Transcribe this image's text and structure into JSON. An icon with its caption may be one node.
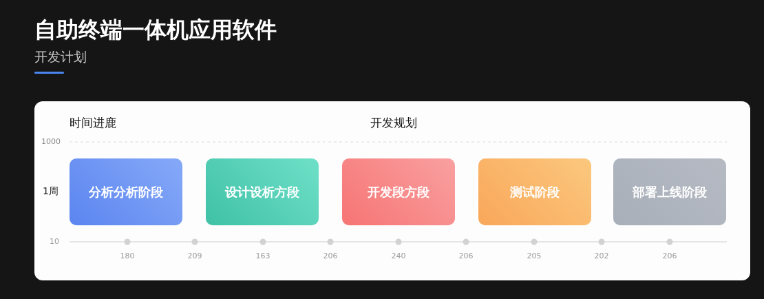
{
  "diagram": {
    "title": "自助终端一体机应用软件",
    "nodes": [
      {
        "text": [
          "分析分析阶段"
        ]
      },
      {
        "text": [
          "设计设析方段"
        ]
      },
      {
        "text": [
          "开发段方段"
        ]
      },
      {
        "text": [
          "测试阶段"
        ]
      },
      {
        "text": [
          "部署上线阶段"
        ]
      }
    ],
    "labels": [
      "开发计划",
      "时间进鹿",
      "开发规划",
      "1000",
      "1周",
      "10",
      "180",
      "209",
      "163",
      "206",
      "240",
      "206",
      "205",
      "202",
      "206"
    ]
  }
}
